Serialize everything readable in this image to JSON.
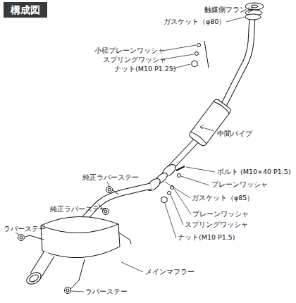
{
  "diagram": {
    "title": "構成図",
    "labels": [
      "触媒側フランジ",
      "ガスケット（φ80）",
      "小径プレーンワッシャ",
      "スプリングワッシャ",
      "ナット(M10 P1.25)",
      "中間パイプ",
      "純正ラバーステー",
      "ボルト (M10×40 P1.5)",
      "プレーンワッシャ",
      "純正ラバーステー",
      "ガスケット（φ85）",
      "プレーンワッシャ",
      "スプリングワッシャ",
      "ナット(M10 P1.5)",
      "ラバーステー",
      "メインマフラー",
      "ラバーステー"
    ]
  }
}
